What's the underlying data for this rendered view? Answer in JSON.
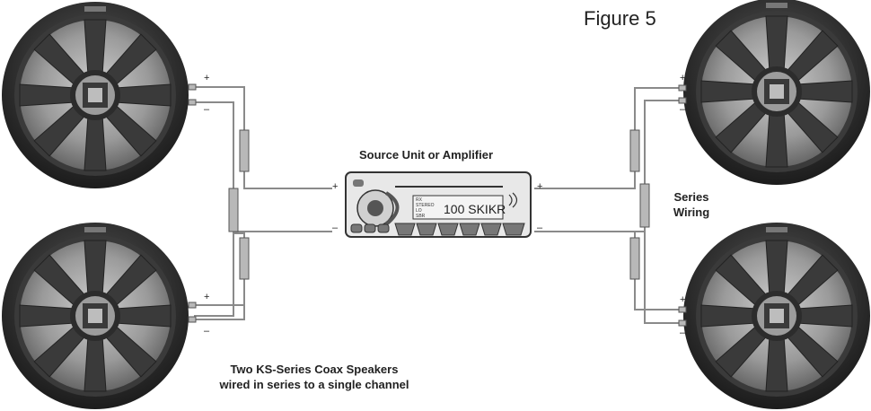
{
  "figure": {
    "title": "Figure 5",
    "source_label": "Source Unit or Amplifier",
    "series_label_line1": "Series",
    "series_label_line2": "Wiring",
    "caption_line1": "Two KS-Series Coax Speakers",
    "caption_line2": "wired in series to a single channel",
    "plus": "+",
    "minus": "–"
  },
  "head_unit": {
    "display_text": "100 SKIKR",
    "indicator_lines": [
      "RX",
      "STEREO",
      "LO",
      "SBR"
    ]
  },
  "colors": {
    "speaker_dark": "#2a2a2a",
    "speaker_mid": "#6d6d6d",
    "speaker_light": "#bdbdbd",
    "wire": "#8a8a8a"
  }
}
